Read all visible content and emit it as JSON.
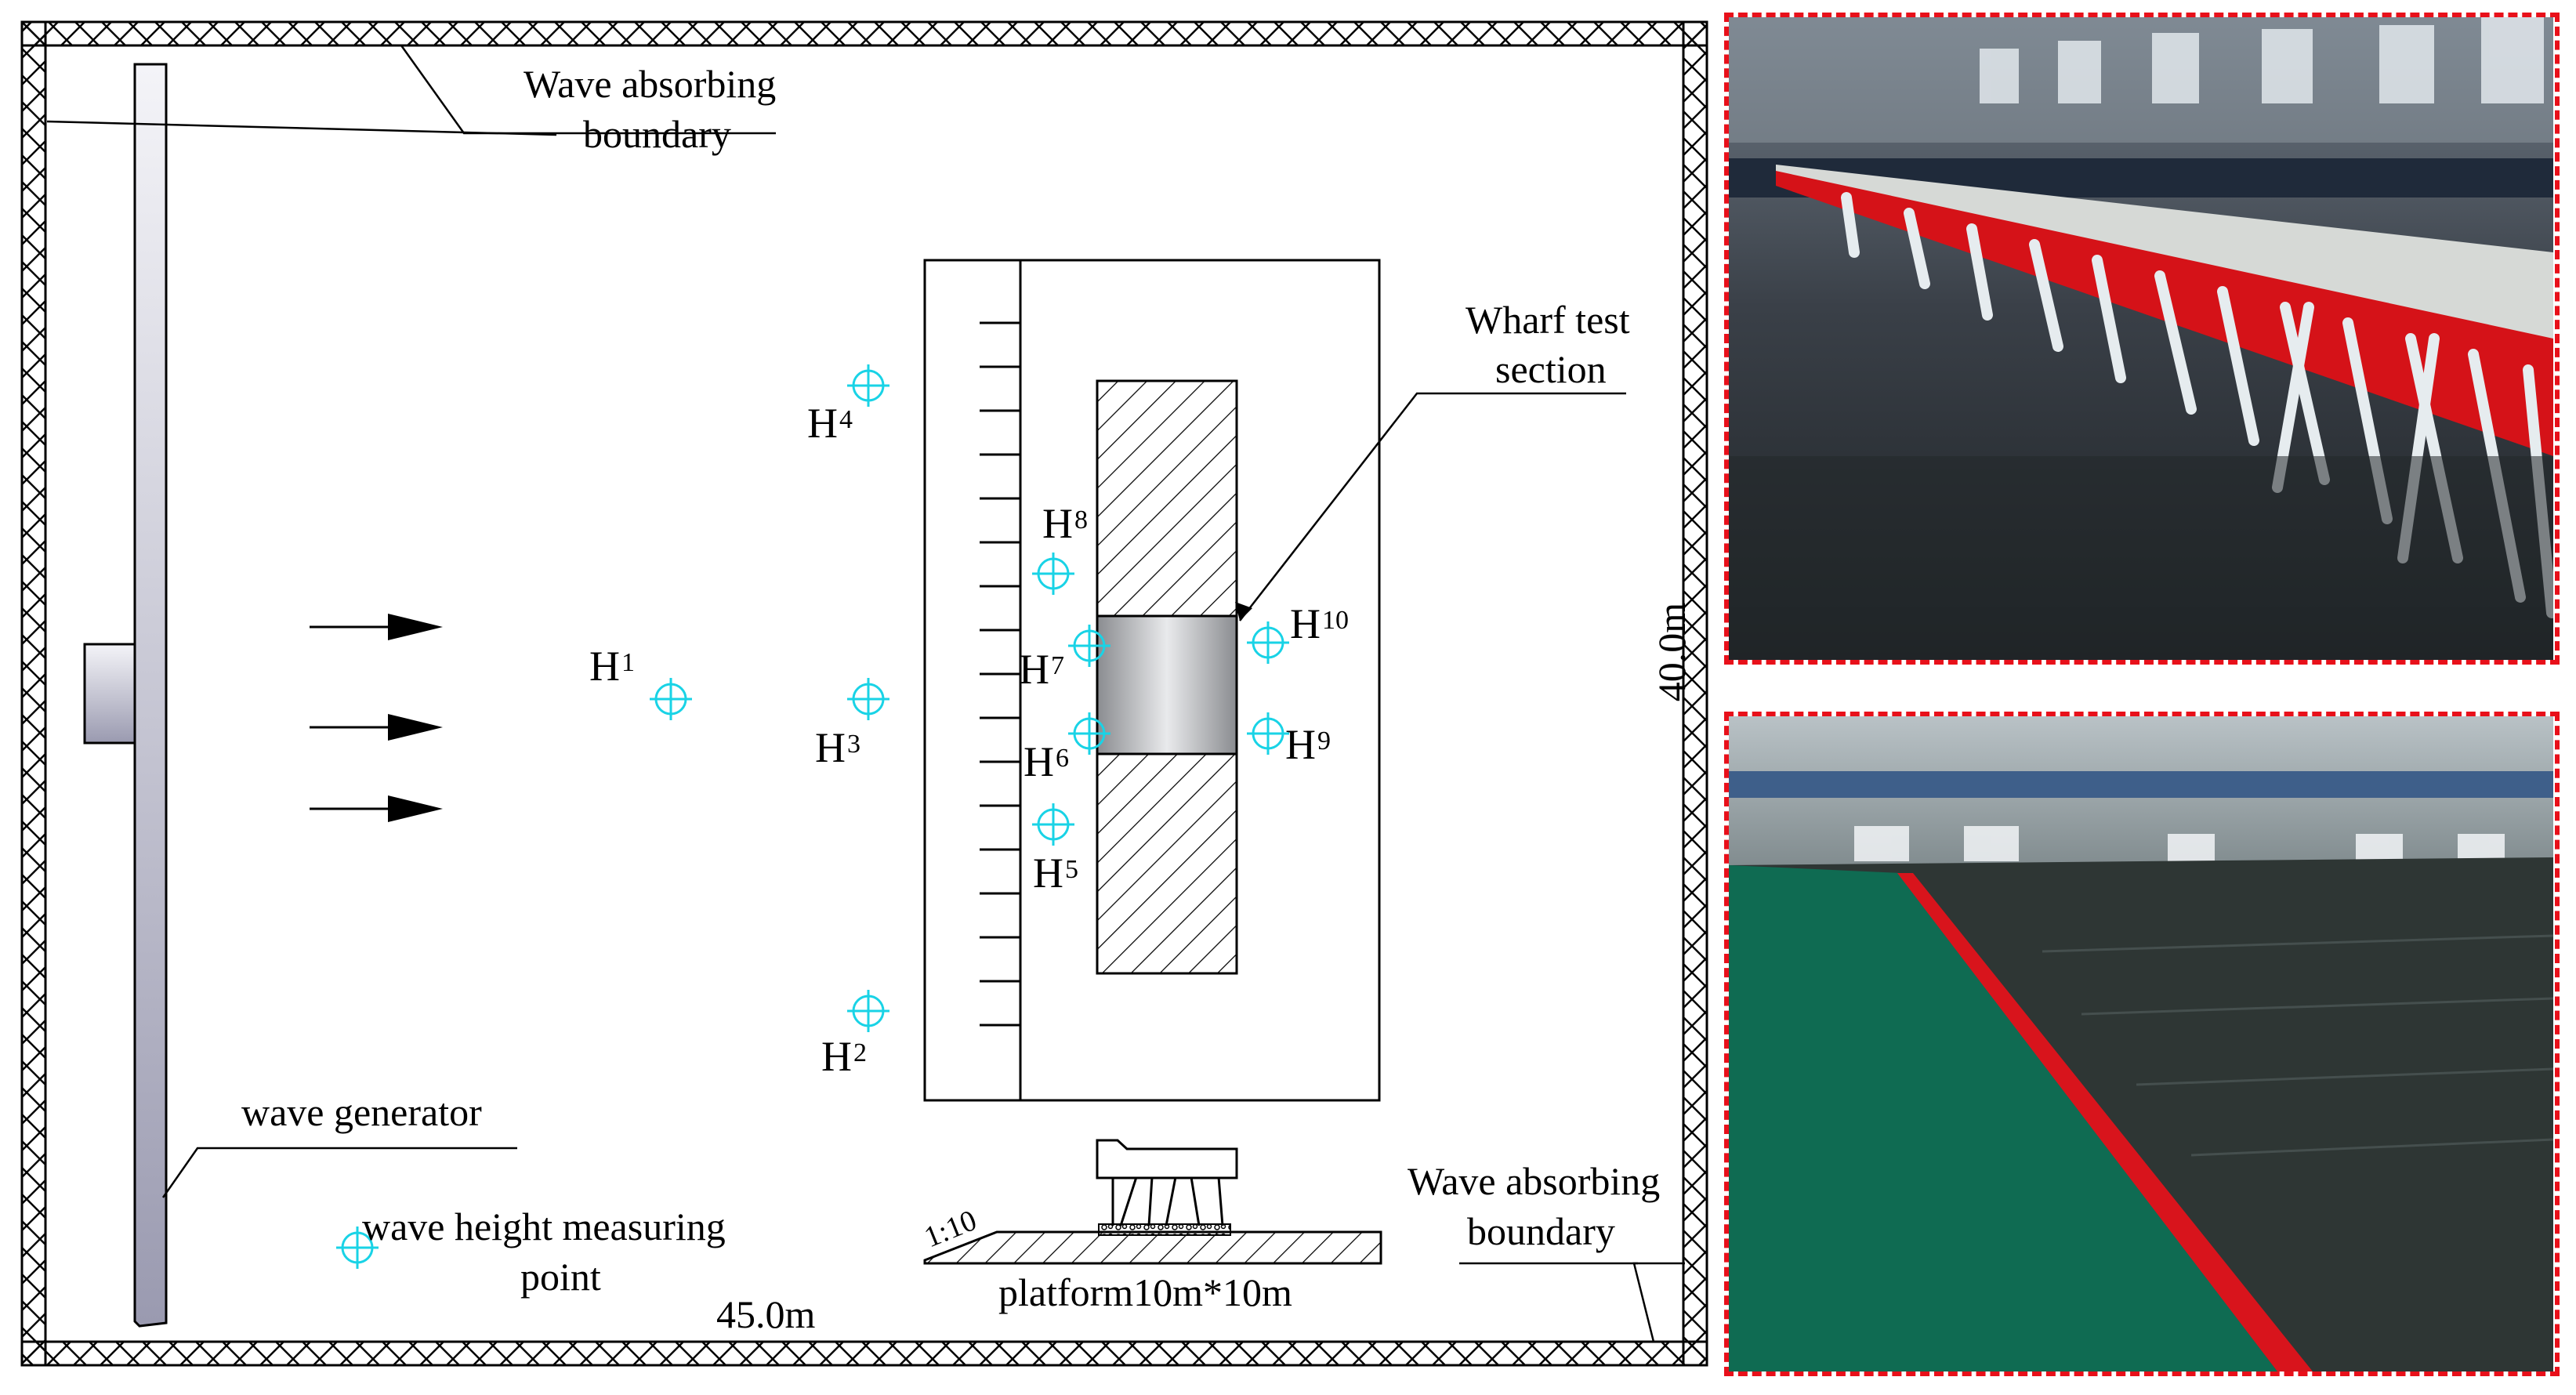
{
  "labels": {
    "wave_absorbing_top_line1": "Wave absorbing",
    "wave_absorbing_top_line2": "boundary",
    "wharf_line1": "Wharf test",
    "wharf_line2": "section",
    "wave_generator": "wave generator",
    "measuring_line1": "wave height measuring",
    "measuring_line2": "point",
    "length": "45.0m",
    "width": "40.0m",
    "platform": "platform10m*10m",
    "slope": "1:10",
    "wave_absorbing_bottom_line1": "Wave absorbing",
    "wave_absorbing_bottom_line2": "boundary"
  },
  "gauges": [
    {
      "letter": "H",
      "num": "1"
    },
    {
      "letter": "H",
      "num": "2"
    },
    {
      "letter": "H",
      "num": "3"
    },
    {
      "letter": "H",
      "num": "4"
    },
    {
      "letter": "H",
      "num": "5"
    },
    {
      "letter": "H",
      "num": "6"
    },
    {
      "letter": "H",
      "num": "7"
    },
    {
      "letter": "H",
      "num": "8"
    },
    {
      "letter": "H",
      "num": "9"
    },
    {
      "letter": "H",
      "num": "10"
    }
  ],
  "colors": {
    "gauge": "#19d3e6",
    "photo_border": "#e8101a",
    "wharf_red": "#d8141c",
    "tank_water": "#25302e",
    "cover_green": "#0f6b52"
  }
}
